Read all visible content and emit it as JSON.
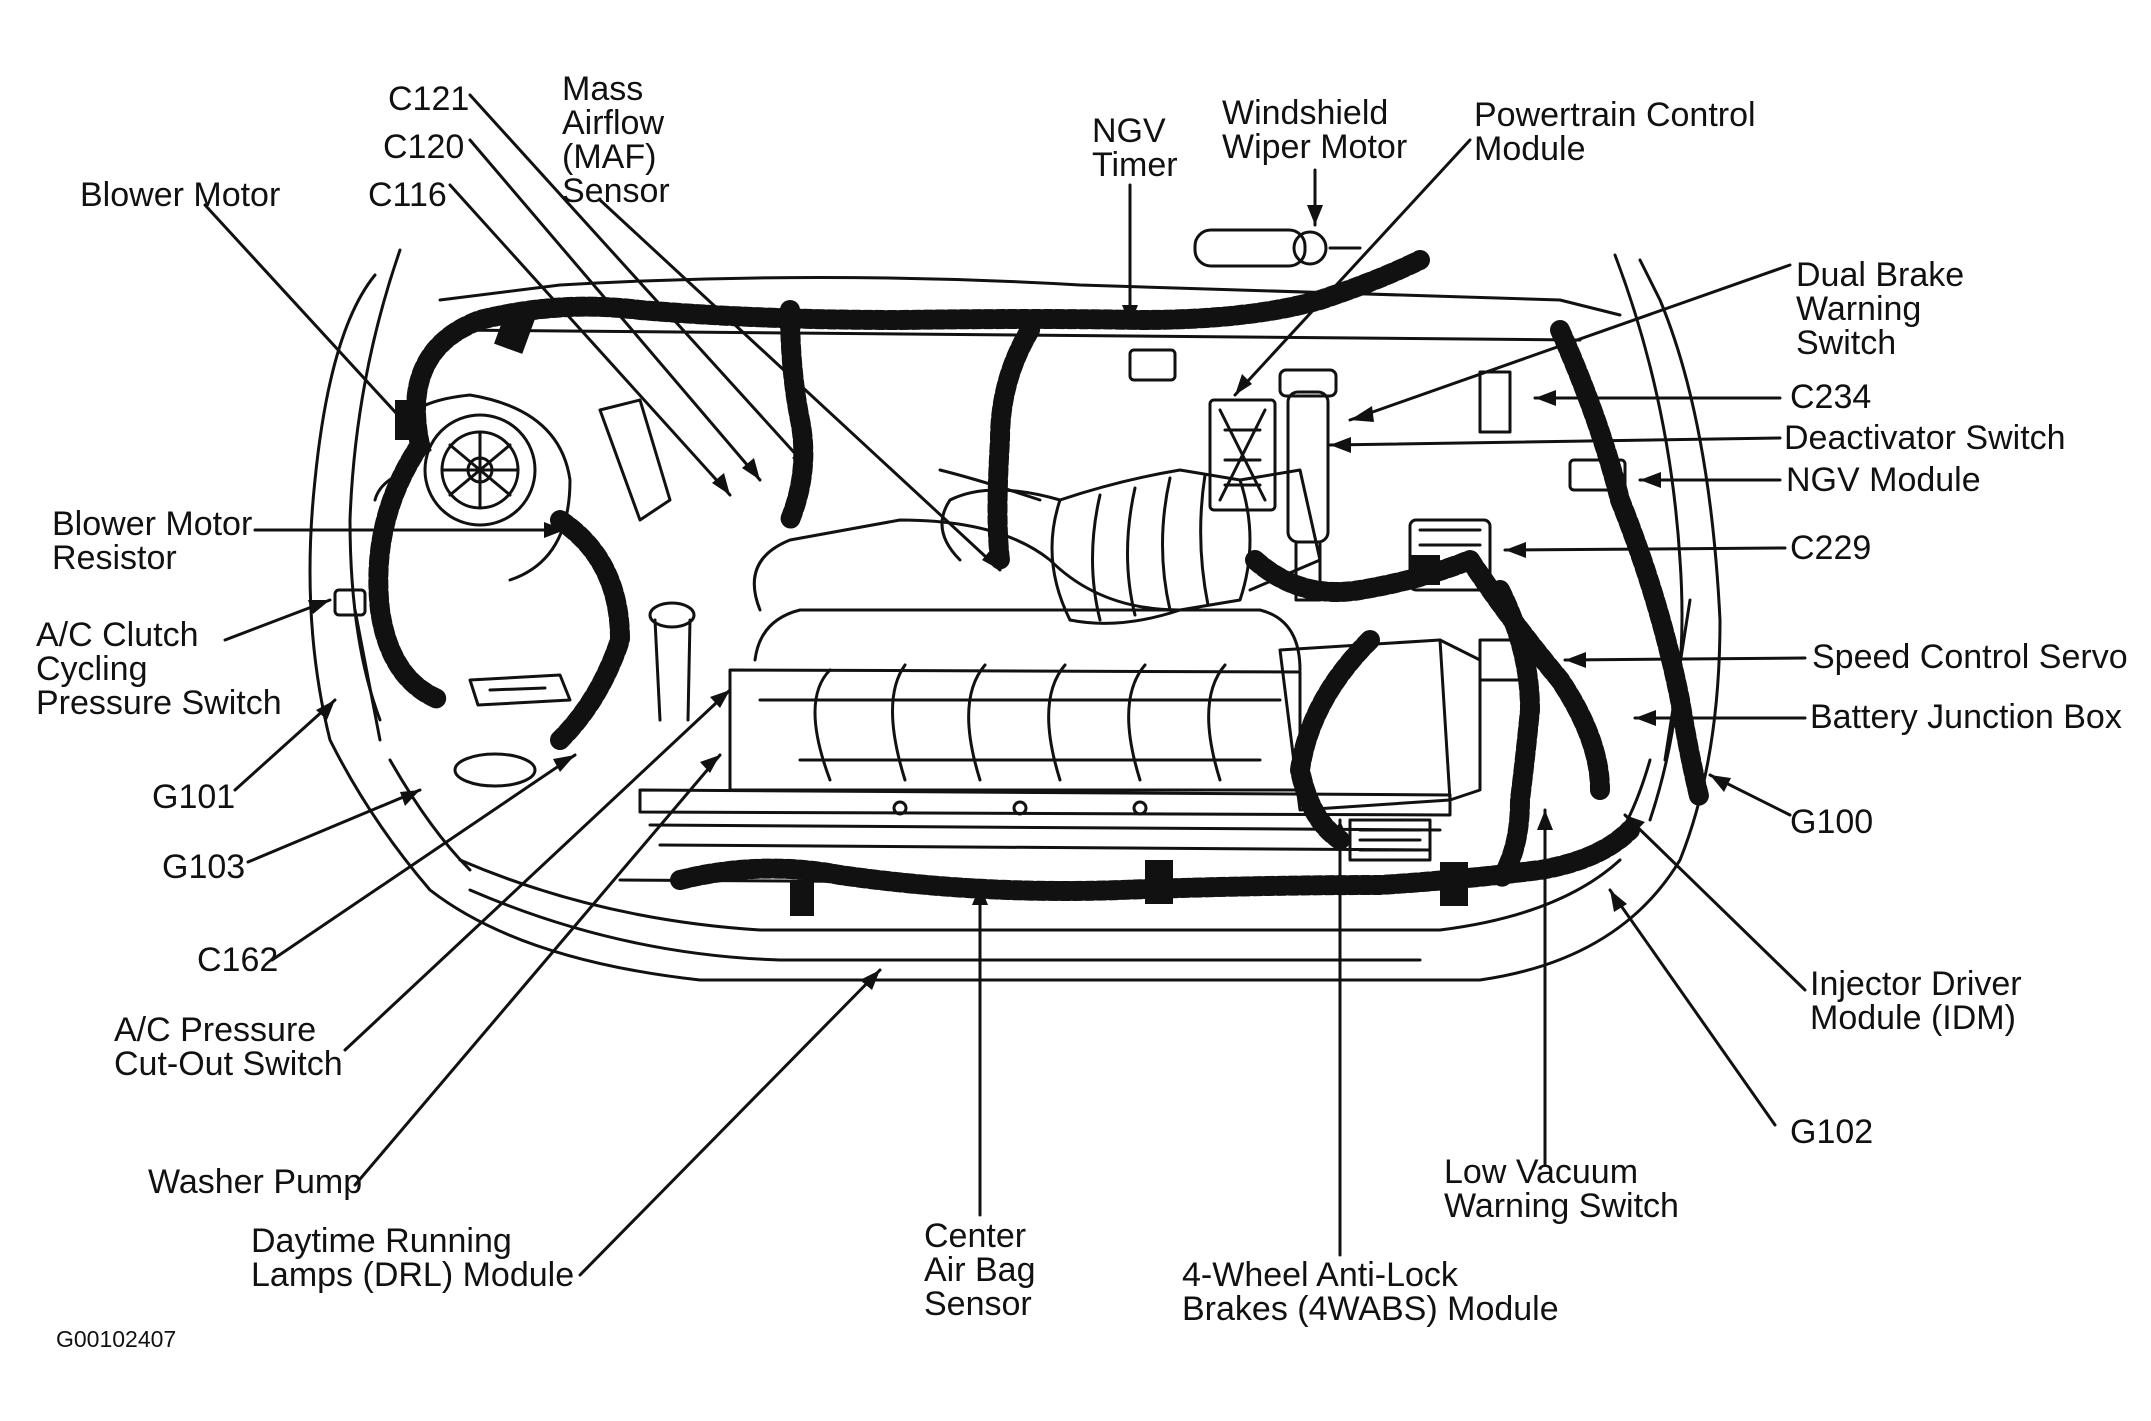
{
  "figure_id": "G00102407",
  "colors": {
    "ink": "#111111",
    "background": "#ffffff"
  },
  "labels": {
    "blower_motor": "Blower Motor",
    "c121": "C121",
    "c120": "C120",
    "c116": "C116",
    "maf_sensor": "Mass\nAirflow\n(MAF)\nSensor",
    "ngv_timer": "NGV\nTimer",
    "wiper_motor": "Windshield\nWiper Motor",
    "pcm": "Powertrain Control\nModule",
    "dual_brake": "Dual Brake\nWarning\nSwitch",
    "c234": "C234",
    "deactivator": "Deactivator Switch",
    "ngv_module": "NGV Module",
    "c229": "C229",
    "speed_control": "Speed Control Servo",
    "battery_junction": "Battery Junction Box",
    "g100": "G100",
    "blower_resistor": "Blower Motor\nResistor",
    "ac_clutch": "A/C Clutch\nCycling\nPressure Switch",
    "g101": "G101",
    "g103": "G103",
    "c162": "C162",
    "ac_pressure": "A/C Pressure\nCut-Out Switch",
    "washer_pump": "Washer Pump",
    "drl_module": "Daytime Running\nLamps (DRL) Module",
    "airbag_sensor": "Center\nAir Bag\nSensor",
    "wabs_module": "4-Wheel Anti-Lock\nBrakes (4WABS) Module",
    "low_vacuum": "Low Vacuum\nWarning Switch",
    "idm": "Injector Driver\nModule (IDM)",
    "g102": "G102"
  }
}
